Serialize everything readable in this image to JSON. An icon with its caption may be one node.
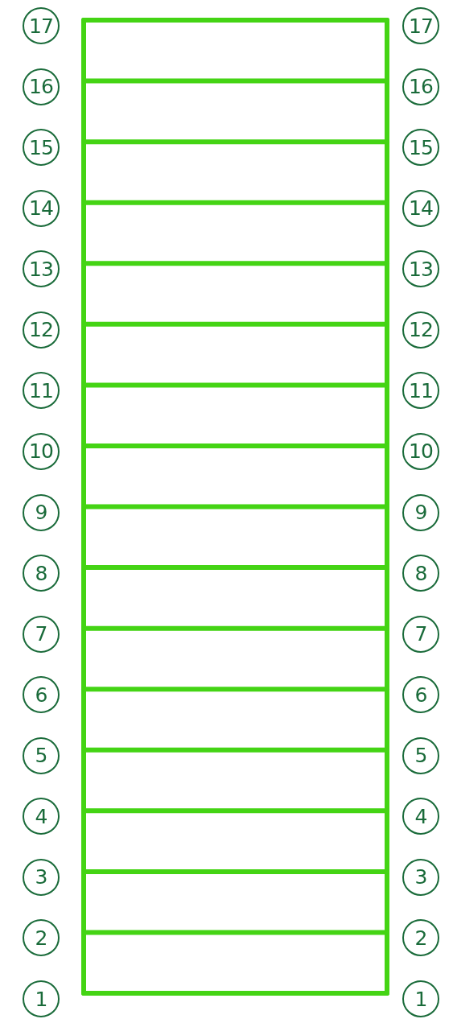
{
  "diagram": {
    "labels": [
      "17",
      "17",
      "16",
      "16",
      "15",
      "15",
      "14",
      "14",
      "13",
      "13",
      "12",
      "12",
      "11",
      "11",
      "10",
      "10",
      "9",
      "9",
      "8",
      "8",
      "7",
      "7",
      "6",
      "6",
      "5",
      "5",
      "4",
      "4",
      "3",
      "3",
      "2",
      "2",
      "1",
      "1"
    ]
  }
}
